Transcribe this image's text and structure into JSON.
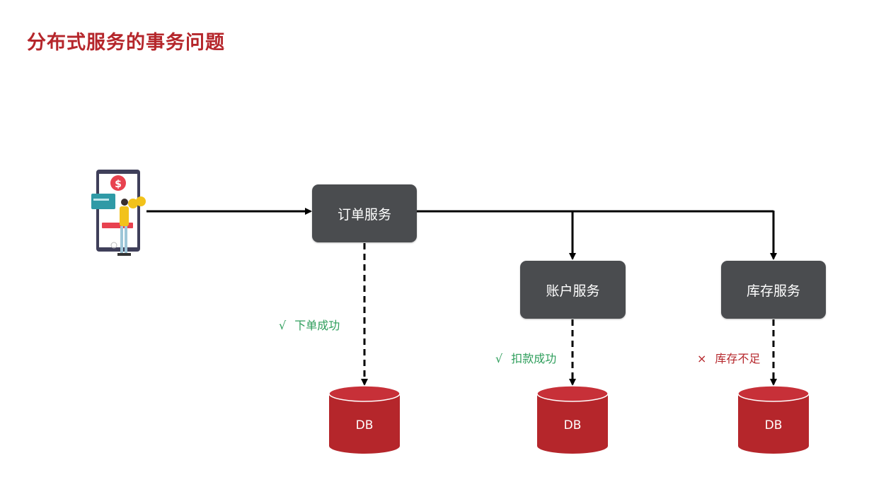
{
  "title": "分布式服务的事务问题",
  "services": {
    "order": "订单服务",
    "account": "账户服务",
    "inventory": "库存服务"
  },
  "statuses": {
    "order": {
      "mark": "√",
      "text": "下单成功",
      "result": "success"
    },
    "account": {
      "mark": "√",
      "text": "扣款成功",
      "result": "success"
    },
    "inventory": {
      "mark": "×",
      "text": "库存不足",
      "result": "failure"
    }
  },
  "databases": {
    "order": "DB",
    "account": "DB",
    "inventory": "DB"
  },
  "colors": {
    "title": "#b5262b",
    "service_box": "#4a4c4f",
    "db": "#b5262b",
    "success": "#2e9e5b",
    "failure": "#b5262b"
  },
  "icons": {
    "client": "phone-payment-illustration",
    "cursor": "mouse-pointer-icon"
  }
}
